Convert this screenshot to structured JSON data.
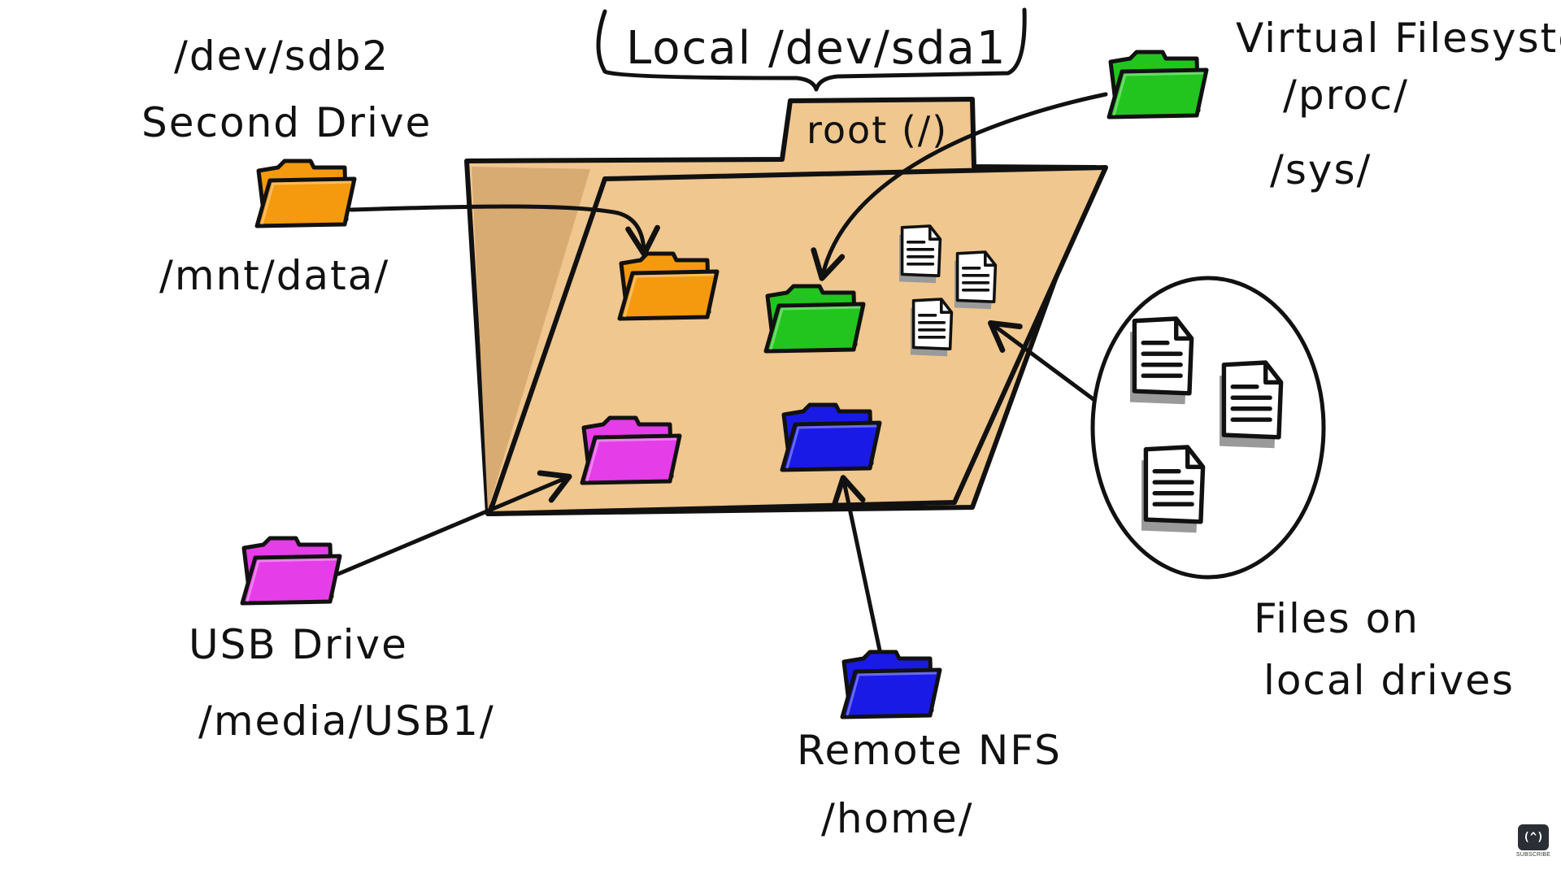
{
  "labels": {
    "local_device": "Local /dev/sda1",
    "root": "root (/)",
    "second_drive_device": "/dev/sdb2",
    "second_drive_name": "Second Drive",
    "second_drive_mount": "/mnt/data/",
    "virtual_fs_name": "Virtual Filesystem",
    "virtual_fs_proc": "/proc/",
    "virtual_fs_sys": "/sys/",
    "usb_name": "USB Drive",
    "usb_mount": "/media/USB1/",
    "nfs_name": "Remote NFS",
    "nfs_mount": "/home/",
    "files_line1": "Files on",
    "files_line2": "local drives"
  },
  "colors": {
    "root_folder": "#efc78f",
    "root_folder_shadow": "#d8ab73",
    "second_drive": "#f59a0e",
    "virtual_fs": "#22c51e",
    "usb": "#e53de8",
    "nfs": "#1a1ae6",
    "outline": "#111111"
  },
  "icons": {
    "folder": "folder-icon",
    "document": "document-icon",
    "subscribe": "subscribe-icon"
  },
  "subscribe": {
    "glyph": "(^)",
    "text": "SUBSCRIBE"
  }
}
